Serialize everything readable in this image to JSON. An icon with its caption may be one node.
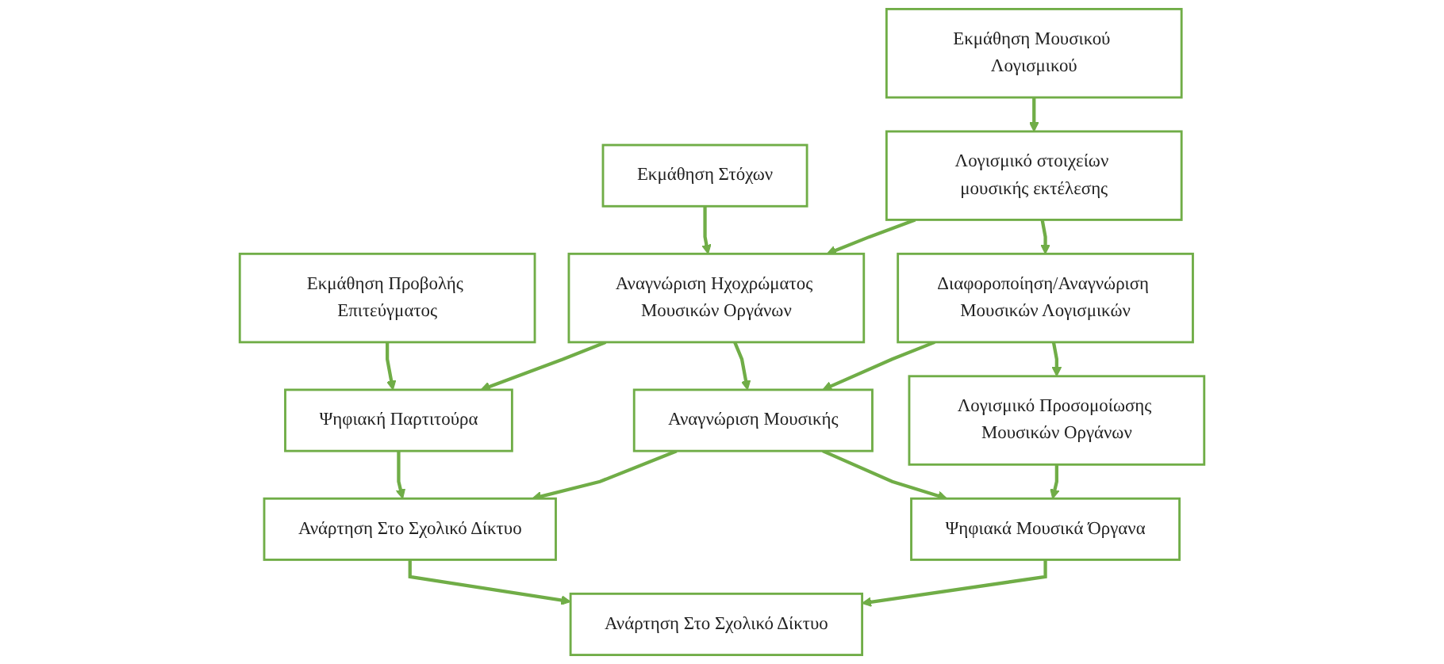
{
  "diagram": {
    "nodes": [
      {
        "text": [
          "Εκμάθηση Μουσικού Λογισμικού"
        ]
      },
      {
        "text": [
          "Εκμάθηση Στόχων"
        ]
      },
      {
        "text": [
          "Εκμάθηση Προβολής Επιτεύγματος"
        ]
      },
      {
        "text": [
          "Λογισμικό στοιχείων μουσικής εκτέλεσης"
        ]
      },
      {
        "text": [
          "Αναγνώριση Ηχοχρώματος Μουσικών Οργάνων"
        ]
      },
      {
        "text": [
          "Ψηφιακή Παρτιτούρα"
        ]
      },
      {
        "text": [
          "Διαφοροποίηση/Αναγνώριση Μουσικών Λογισμικών"
        ]
      },
      {
        "text": [
          "Αναγνώριση Μουσικής"
        ]
      },
      {
        "text": [
          "Ανάρτηση Στο Σχολικό Δίκτυο"
        ]
      },
      {
        "text": [
          "Λογισμικό Προσομοίωσης Μουσικών Οργάνων"
        ]
      },
      {
        "text": [
          "Ψηφιακά Μουσικά Όργανα"
        ]
      },
      {
        "text": [
          "Ανάρτηση Στο Σχολικό Δίκτυο"
        ]
      }
    ],
    "edges": [
      {
        "from": 0,
        "to": 3,
        "arrow": "to"
      },
      {
        "from": 1,
        "to": 4,
        "arrow": "to"
      },
      {
        "from": 2,
        "to": 5,
        "arrow": "to"
      },
      {
        "from": 3,
        "to": 4,
        "arrow": "to"
      },
      {
        "from": 4,
        "to": 5,
        "arrow": "to"
      },
      {
        "from": 3,
        "to": 6,
        "arrow": "to"
      },
      {
        "from": 4,
        "to": 7,
        "arrow": "to"
      },
      {
        "from": 5,
        "to": 8,
        "arrow": "to"
      },
      {
        "from": 6,
        "to": 7,
        "arrow": "to"
      },
      {
        "from": 7,
        "to": 8,
        "arrow": "to"
      },
      {
        "from": 6,
        "to": 9,
        "arrow": "to"
      },
      {
        "from": 7,
        "to": 10,
        "arrow": "to"
      },
      {
        "from": 8,
        "to": 11,
        "arrow": "to"
      },
      {
        "from": 9,
        "to": 10,
        "arrow": "to"
      },
      {
        "from": 10,
        "to": 11,
        "arrow": "to"
      }
    ]
  }
}
